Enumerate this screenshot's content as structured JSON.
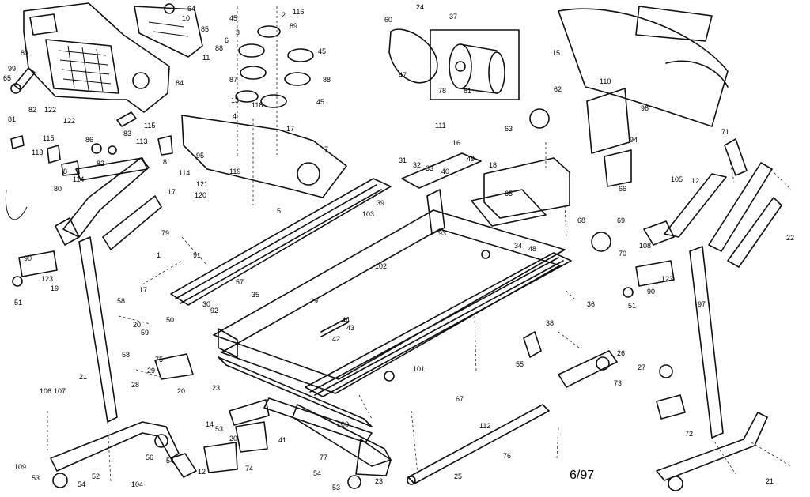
{
  "diagram": {
    "date_code": "6/97",
    "callouts": [
      {
        "id": "c64",
        "text": "64"
      },
      {
        "id": "c10",
        "text": "10"
      },
      {
        "id": "c85",
        "text": "85"
      },
      {
        "id": "c11",
        "text": "11"
      },
      {
        "id": "c84",
        "text": "84"
      },
      {
        "id": "c83",
        "text": "83"
      },
      {
        "id": "c99",
        "text": "99"
      },
      {
        "id": "c65",
        "text": "65"
      },
      {
        "id": "c82a",
        "text": "82"
      },
      {
        "id": "c81",
        "text": "81"
      },
      {
        "id": "c122a",
        "text": "122"
      },
      {
        "id": "c122b",
        "text": "122"
      },
      {
        "id": "c115a",
        "text": "115"
      },
      {
        "id": "c113a",
        "text": "113"
      },
      {
        "id": "c8a",
        "text": "8"
      },
      {
        "id": "c114a",
        "text": "114"
      },
      {
        "id": "c80",
        "text": "80"
      },
      {
        "id": "c86",
        "text": "86"
      },
      {
        "id": "c82b",
        "text": "82"
      },
      {
        "id": "c83b",
        "text": "83"
      },
      {
        "id": "c113b",
        "text": "113"
      },
      {
        "id": "c115b",
        "text": "115"
      },
      {
        "id": "c114b",
        "text": "114"
      },
      {
        "id": "c8b",
        "text": "8"
      },
      {
        "id": "c17a",
        "text": "17"
      },
      {
        "id": "c79",
        "text": "79"
      },
      {
        "id": "c1a",
        "text": "1"
      },
      {
        "id": "c90a",
        "text": "90"
      },
      {
        "id": "c123a",
        "text": "123"
      },
      {
        "id": "c19a",
        "text": "19"
      },
      {
        "id": "c51a",
        "text": "51"
      },
      {
        "id": "c17b",
        "text": "17"
      },
      {
        "id": "c58a",
        "text": "58"
      },
      {
        "id": "c20a",
        "text": "20"
      },
      {
        "id": "c58b",
        "text": "58"
      },
      {
        "id": "c21a",
        "text": "21"
      },
      {
        "id": "c106",
        "text": "106"
      },
      {
        "id": "c107",
        "text": "107"
      },
      {
        "id": "c109",
        "text": "109"
      },
      {
        "id": "c53a",
        "text": "53"
      },
      {
        "id": "c54a",
        "text": "54"
      },
      {
        "id": "c52",
        "text": "52"
      },
      {
        "id": "c104",
        "text": "104"
      },
      {
        "id": "c56a",
        "text": "56"
      },
      {
        "id": "c54b",
        "text": "54"
      },
      {
        "id": "c12a",
        "text": "12"
      },
      {
        "id": "c14",
        "text": "14"
      },
      {
        "id": "c89",
        "text": "89"
      },
      {
        "id": "c2a",
        "text": "2"
      },
      {
        "id": "c116",
        "text": "116"
      },
      {
        "id": "c45a",
        "text": "45"
      },
      {
        "id": "c3a",
        "text": "3"
      },
      {
        "id": "c88a",
        "text": "88"
      },
      {
        "id": "c6a",
        "text": "6"
      },
      {
        "id": "c45b",
        "text": "45"
      },
      {
        "id": "c87",
        "text": "87"
      },
      {
        "id": "c88b",
        "text": "88"
      },
      {
        "id": "c45c",
        "text": "45"
      },
      {
        "id": "c118",
        "text": "118"
      },
      {
        "id": "c13",
        "text": "13"
      },
      {
        "id": "c4",
        "text": "4"
      },
      {
        "id": "c17c",
        "text": "17"
      },
      {
        "id": "c7",
        "text": "7"
      },
      {
        "id": "c95",
        "text": "95"
      },
      {
        "id": "c121",
        "text": "121"
      },
      {
        "id": "c119",
        "text": "119"
      },
      {
        "id": "c120",
        "text": "120"
      },
      {
        "id": "c5",
        "text": "5"
      },
      {
        "id": "c91",
        "text": "91"
      },
      {
        "id": "c57",
        "text": "57"
      },
      {
        "id": "c35a",
        "text": "35"
      },
      {
        "id": "c30a",
        "text": "30"
      },
      {
        "id": "c92",
        "text": "92"
      },
      {
        "id": "c50",
        "text": "50"
      },
      {
        "id": "c59",
        "text": "59"
      },
      {
        "id": "c75",
        "text": "75"
      },
      {
        "id": "c29a",
        "text": "29"
      },
      {
        "id": "c28",
        "text": "28"
      },
      {
        "id": "c20b",
        "text": "20"
      },
      {
        "id": "c23a",
        "text": "23"
      },
      {
        "id": "c53b",
        "text": "53"
      },
      {
        "id": "c20c",
        "text": "20"
      },
      {
        "id": "c74",
        "text": "74"
      },
      {
        "id": "c41",
        "text": "41"
      },
      {
        "id": "c103",
        "text": "103"
      },
      {
        "id": "c102",
        "text": "102"
      },
      {
        "id": "c101",
        "text": "101"
      },
      {
        "id": "c100",
        "text": "100"
      },
      {
        "id": "c29b",
        "text": "29"
      },
      {
        "id": "c44",
        "text": "44"
      },
      {
        "id": "c43",
        "text": "43"
      },
      {
        "id": "c42",
        "text": "42"
      },
      {
        "id": "c77",
        "text": "77"
      },
      {
        "id": "c54c",
        "text": "54"
      },
      {
        "id": "c53c",
        "text": "53"
      },
      {
        "id": "c23b",
        "text": "23"
      },
      {
        "id": "c24a",
        "text": "24"
      },
      {
        "id": "c37",
        "text": "37"
      },
      {
        "id": "c60",
        "text": "60"
      },
      {
        "id": "c47",
        "text": "47"
      },
      {
        "id": "c78",
        "text": "78"
      },
      {
        "id": "c61",
        "text": "61"
      },
      {
        "id": "c15",
        "text": "15"
      },
      {
        "id": "c111",
        "text": "111"
      },
      {
        "id": "c16",
        "text": "16"
      },
      {
        "id": "c31",
        "text": "31"
      },
      {
        "id": "c32",
        "text": "32"
      },
      {
        "id": "c33",
        "text": "33"
      },
      {
        "id": "c40",
        "text": "40"
      },
      {
        "id": "c49",
        "text": "49"
      },
      {
        "id": "c18",
        "text": "18"
      },
      {
        "id": "c39",
        "text": "39"
      },
      {
        "id": "c93",
        "text": "93"
      },
      {
        "id": "c48",
        "text": "48"
      },
      {
        "id": "c34",
        "text": "34"
      },
      {
        "id": "c63",
        "text": "63"
      },
      {
        "id": "c62",
        "text": "62"
      },
      {
        "id": "c110",
        "text": "110"
      },
      {
        "id": "c65b",
        "text": "65"
      },
      {
        "id": "c68",
        "text": "68"
      },
      {
        "id": "c69",
        "text": "69"
      },
      {
        "id": "c70",
        "text": "70"
      },
      {
        "id": "c36a",
        "text": "36"
      },
      {
        "id": "c38",
        "text": "38"
      },
      {
        "id": "c55",
        "text": "55"
      },
      {
        "id": "c73",
        "text": "73"
      },
      {
        "id": "c76",
        "text": "76"
      },
      {
        "id": "c112",
        "text": "112"
      },
      {
        "id": "c67",
        "text": "67"
      },
      {
        "id": "c25",
        "text": "25"
      },
      {
        "id": "c66",
        "text": "66"
      },
      {
        "id": "c94",
        "text": "94"
      },
      {
        "id": "c105",
        "text": "105"
      },
      {
        "id": "c71",
        "text": "71"
      },
      {
        "id": "c22",
        "text": "22"
      },
      {
        "id": "c12b",
        "text": "12"
      },
      {
        "id": "c97",
        "text": "97"
      },
      {
        "id": "c108",
        "text": "108"
      },
      {
        "id": "c123b",
        "text": "123"
      },
      {
        "id": "c90b",
        "text": "90"
      },
      {
        "id": "c51b",
        "text": "51"
      },
      {
        "id": "c72",
        "text": "72"
      },
      {
        "id": "c96",
        "text": "96"
      },
      {
        "id": "c26",
        "text": "26"
      },
      {
        "id": "c27",
        "text": "27"
      },
      {
        "id": "c21b",
        "text": "21"
      }
    ]
  }
}
